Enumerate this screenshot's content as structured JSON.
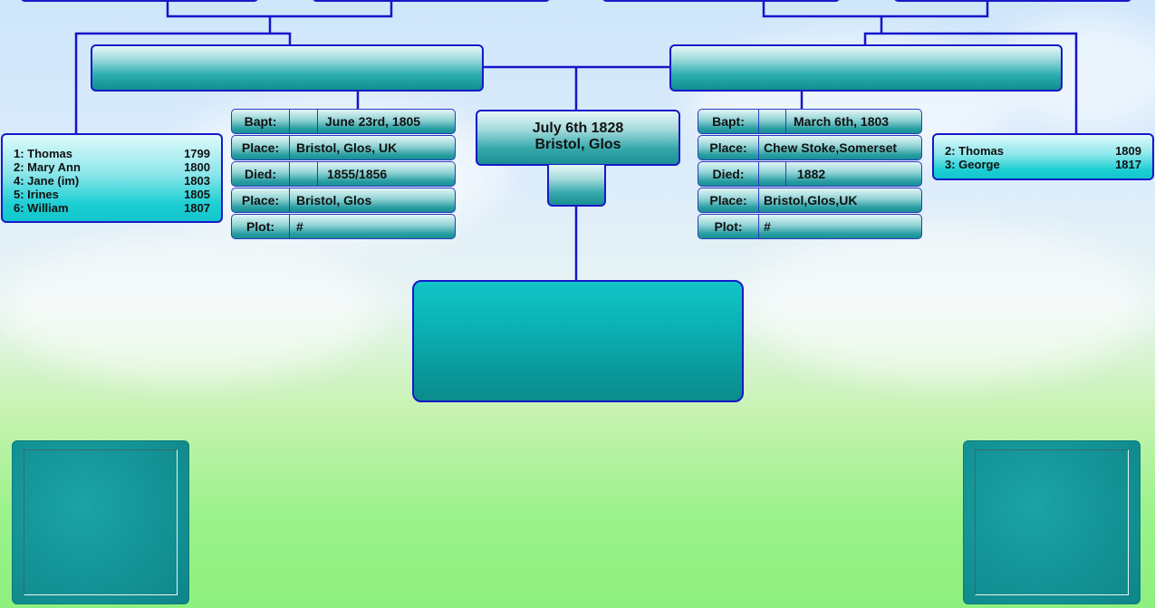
{
  "father": {
    "children": [
      {
        "label": "1: Thomas",
        "year": "1799"
      },
      {
        "label": "2: Mary Ann",
        "year": "1800"
      },
      {
        "label": "4: Jane  (im)",
        "year": "1803"
      },
      {
        "label": "5: Irines",
        "year": "1805"
      },
      {
        "label": "6: William",
        "year": "1807"
      }
    ],
    "facts": {
      "bapt_label": "Bapt:",
      "bapt_value": "June 23rd, 1805",
      "place_label": "Place:",
      "place_value": "Bristol, Glos, UK",
      "died_label": "Died:",
      "died_value": "1855/1856",
      "place2_label": "Place:",
      "place2_value": "Bristol, Glos",
      "plot_label": "Plot:",
      "plot_value": "#"
    }
  },
  "mother": {
    "children": [
      {
        "label": "2: Thomas",
        "year": "1809"
      },
      {
        "label": "3: George",
        "year": "1817"
      }
    ],
    "facts": {
      "bapt_label": "Bapt:",
      "bapt_value": "March 6th, 1803",
      "place_label": "Place:",
      "place_value": "Chew Stoke,Somerset",
      "died_label": "Died:",
      "died_value": "1882",
      "place2_label": "Place:",
      "place2_value": "Bristol,Glos,UK",
      "plot_label": "Plot:",
      "plot_value": "#"
    }
  },
  "marriage": {
    "date": "July 6th 1828",
    "place": "Bristol, Glos"
  }
}
